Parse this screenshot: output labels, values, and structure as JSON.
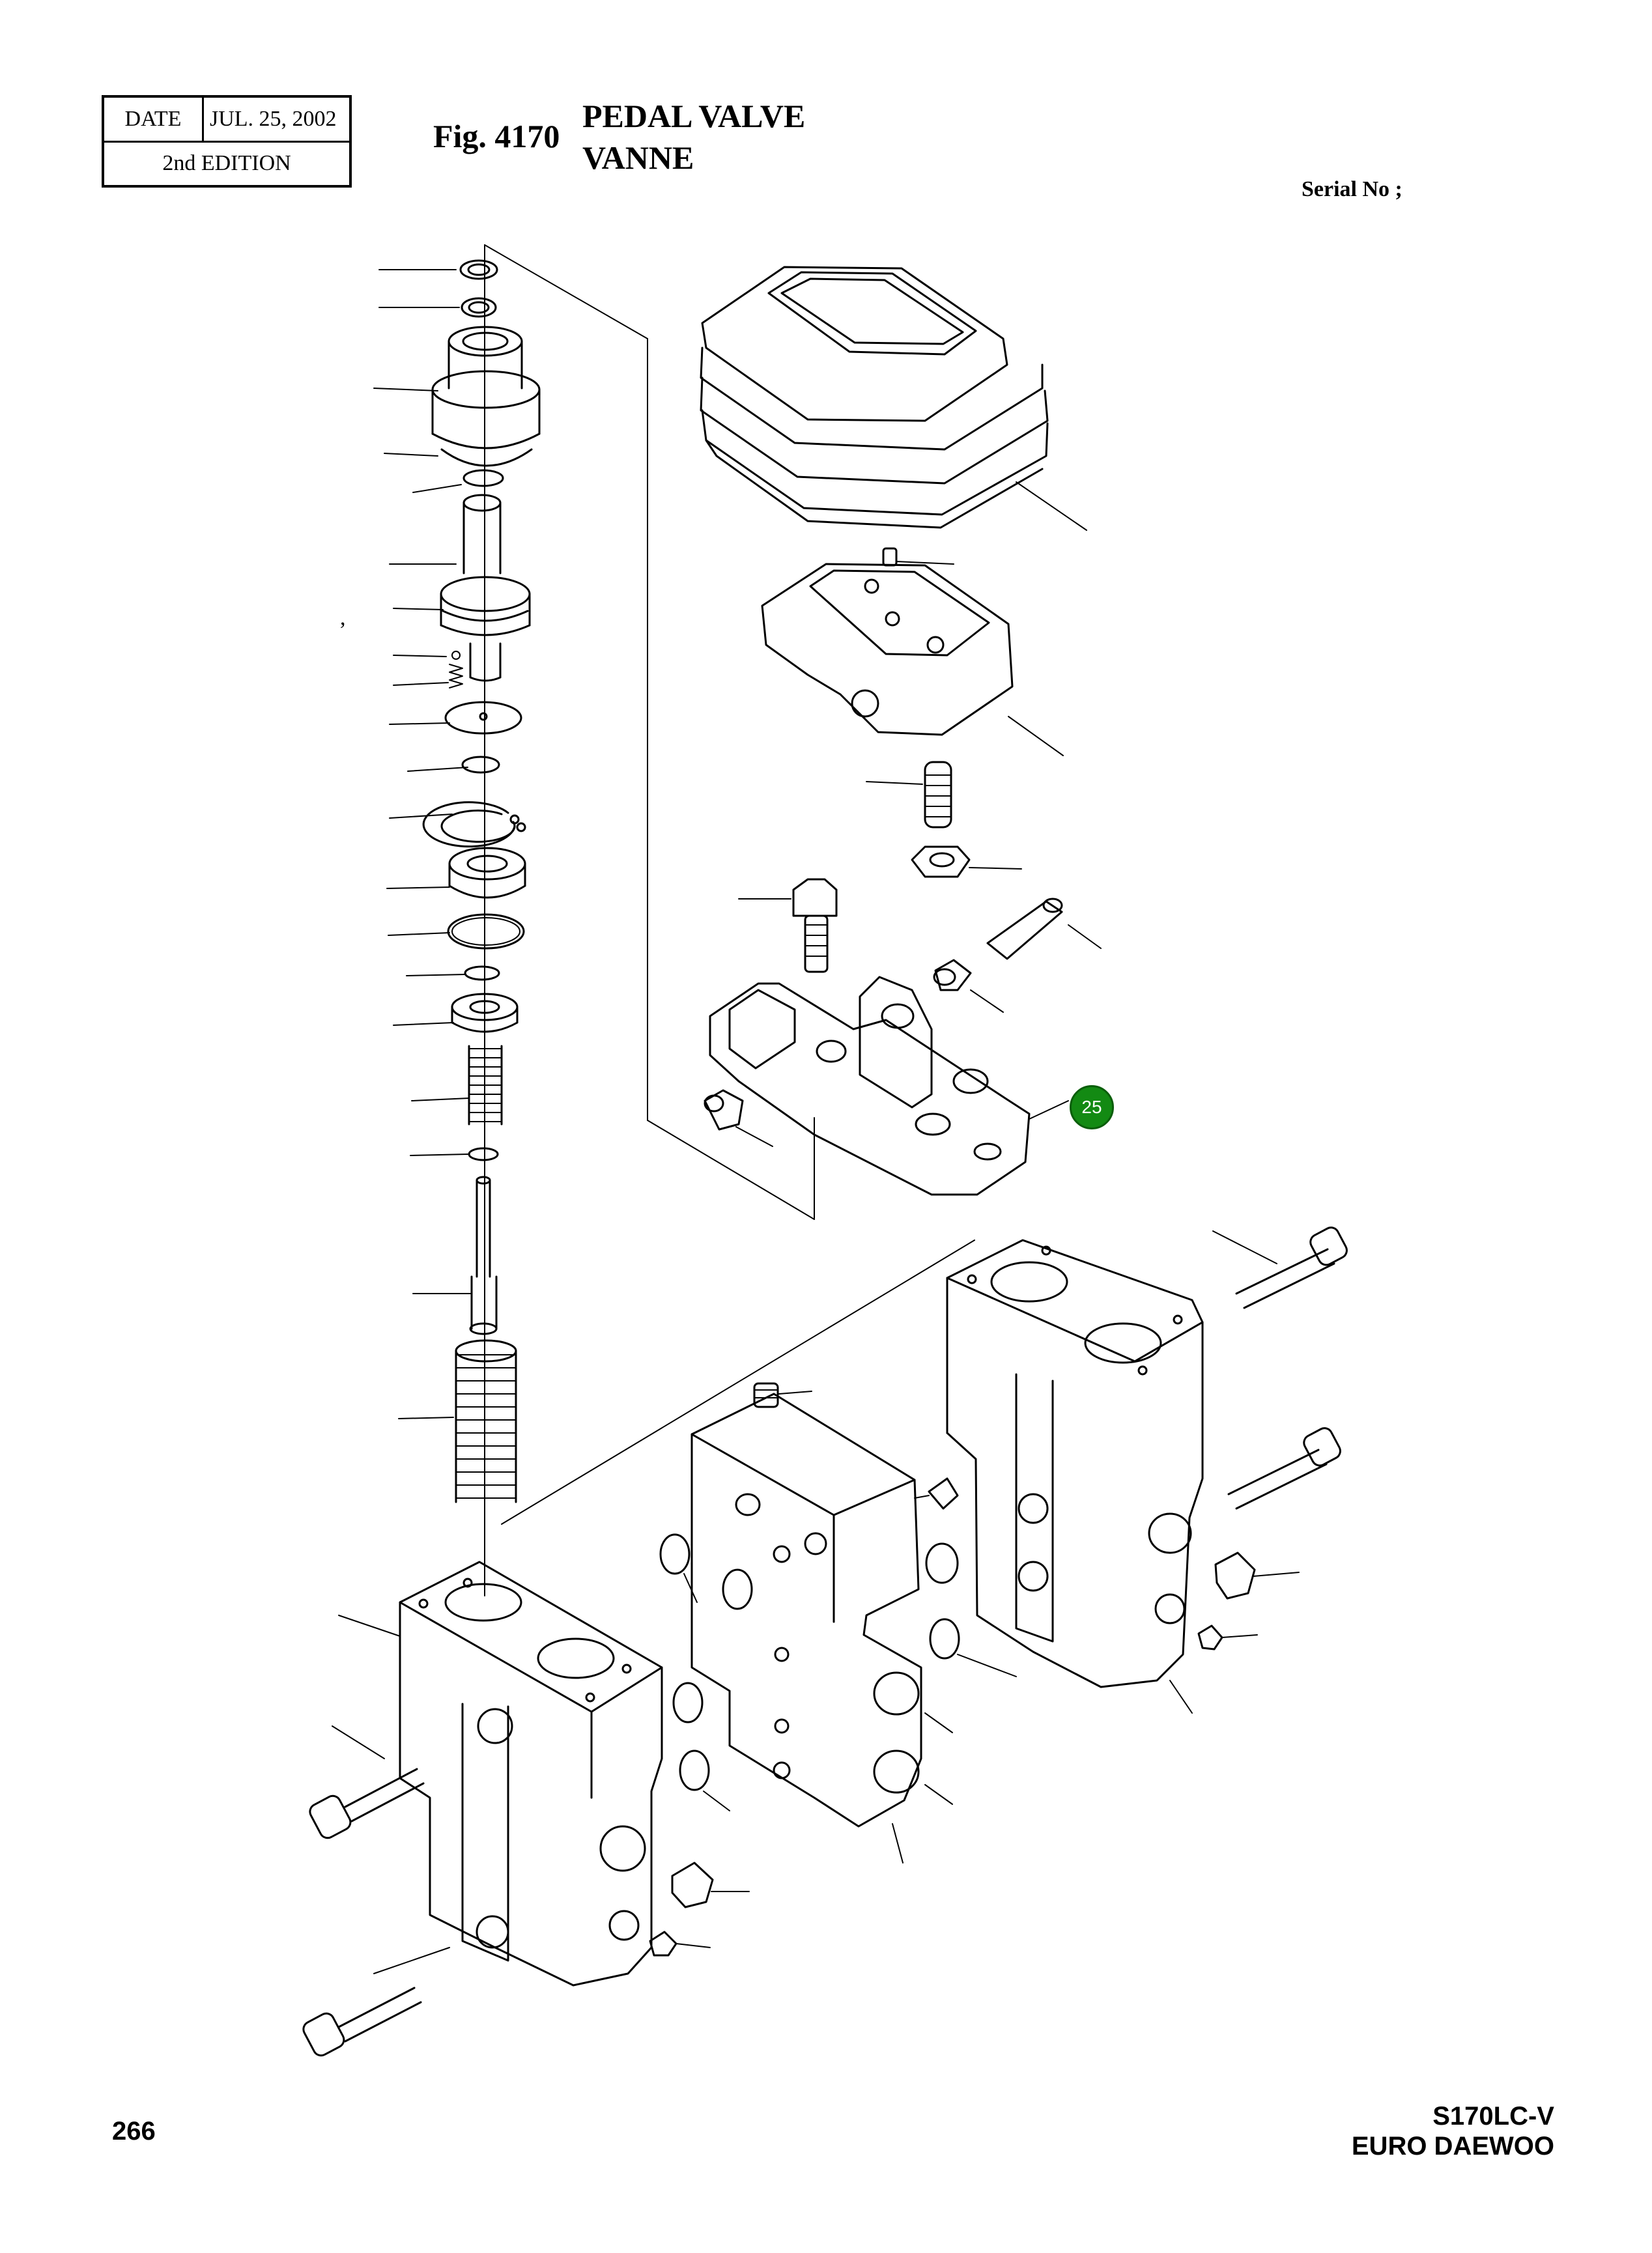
{
  "header": {
    "date_label": "DATE",
    "date_value": "JUL. 25, 2002",
    "edition": "2nd  EDITION",
    "fig_number": "Fig. 4170",
    "title_en": "PEDAL VALVE",
    "title_fr": "VANNE",
    "serial_label": "Serial No ;"
  },
  "callout": {
    "number": "25",
    "color": "#138a13"
  },
  "footer": {
    "page_number": "266",
    "model": "S170LC-V",
    "brand": "EURO DAEWOO"
  },
  "stray_mark": ","
}
